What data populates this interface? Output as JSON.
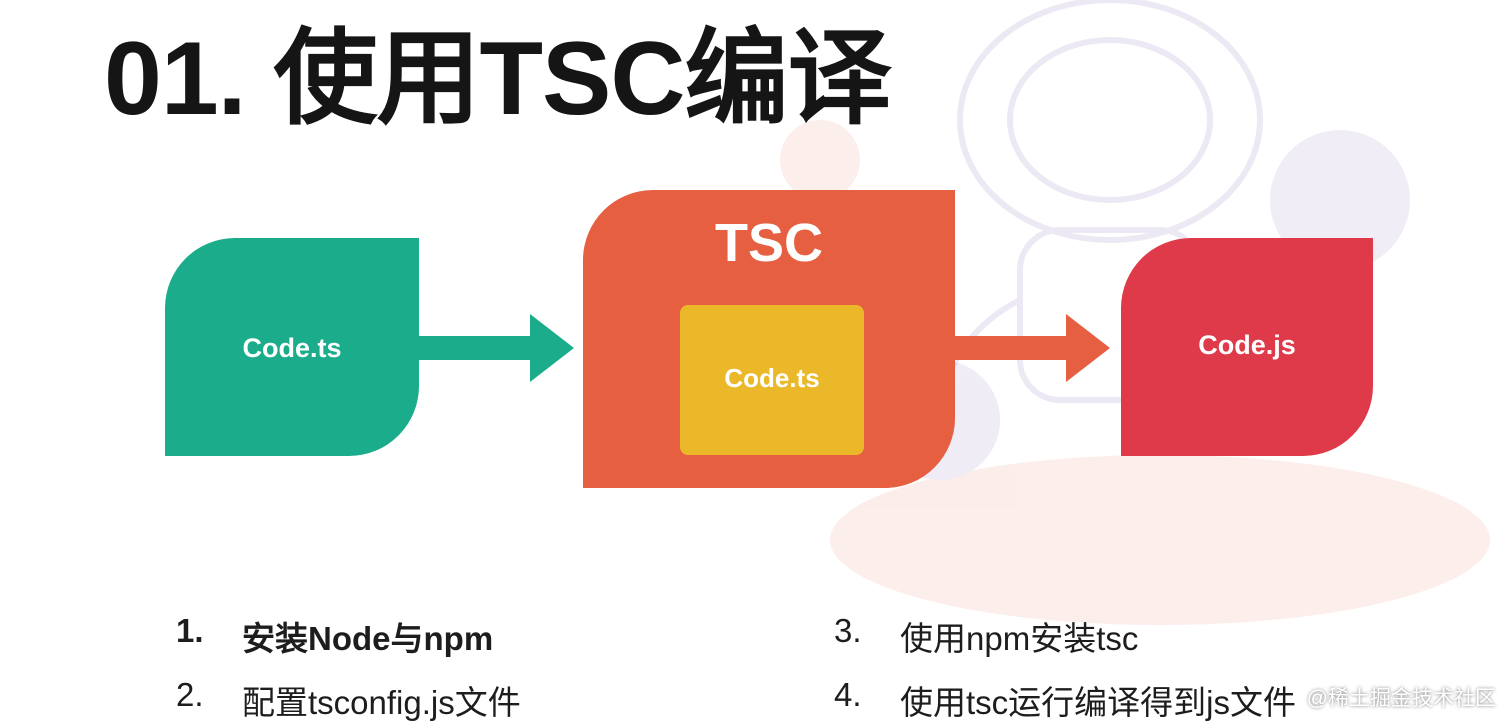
{
  "slide": {
    "title": "01. 使用TSC编译"
  },
  "diagram": {
    "source": {
      "label": "Code.ts",
      "color": "#1bad8b"
    },
    "compiler": {
      "label": "TSC",
      "color": "#e55f40",
      "inner_label": "Code.ts",
      "inner_color": "#ebb829"
    },
    "output": {
      "label": "Code.js",
      "color": "#df3a4a"
    },
    "arrow_in_color": "#1bad8b",
    "arrow_out_color": "#e55f40"
  },
  "steps": [
    {
      "num": "1.",
      "text": "安装Node与npm"
    },
    {
      "num": "2.",
      "text": "配置tsconfig.js文件"
    },
    {
      "num": "3.",
      "text": "使用npm安装tsc"
    },
    {
      "num": "4.",
      "text": "使用tsc运行编译得到js文件"
    }
  ],
  "watermark": "@稀土掘金技术社区"
}
